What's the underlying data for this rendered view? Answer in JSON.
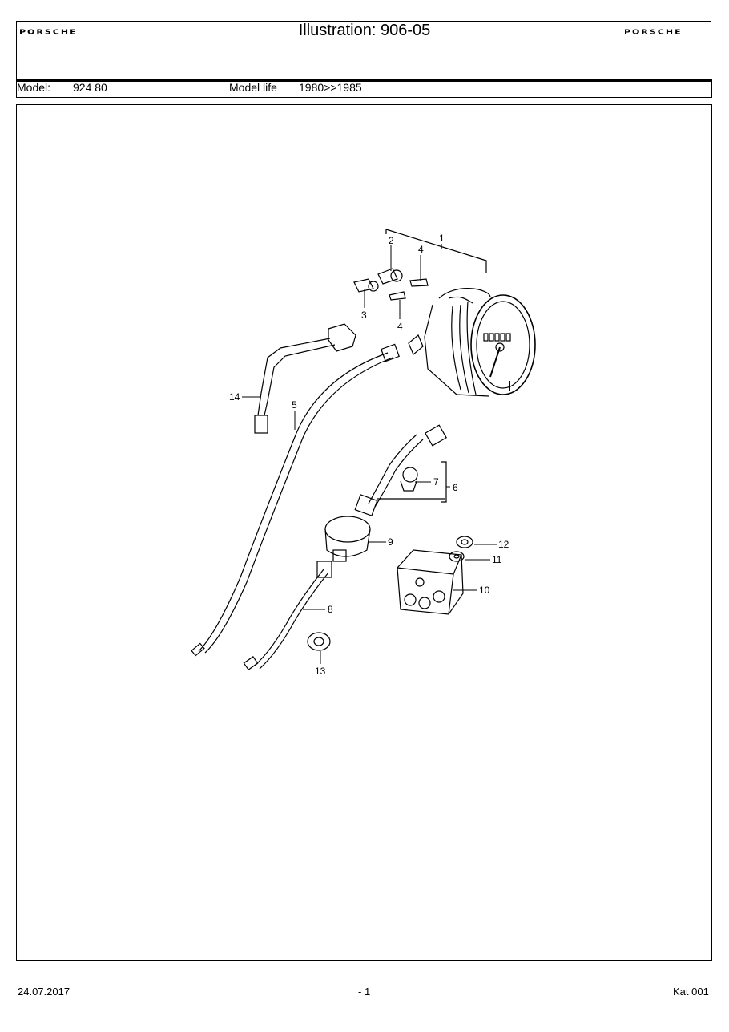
{
  "header": {
    "logo_left": "PORSCHE",
    "logo_right": "PORSCHE",
    "title": "Illustration: 906-05",
    "model_label": "Model:",
    "model_value": "924 80",
    "model_life_label": "Model life",
    "model_life_value": "1980>>1985"
  },
  "callouts": [
    "1",
    "2",
    "3",
    "4",
    "4",
    "5",
    "6",
    "7",
    "8",
    "9",
    "10",
    "11",
    "12",
    "13",
    "14"
  ],
  "footer": {
    "date": "24.07.2017",
    "page": "- 1",
    "catalog": "Kat 001"
  }
}
